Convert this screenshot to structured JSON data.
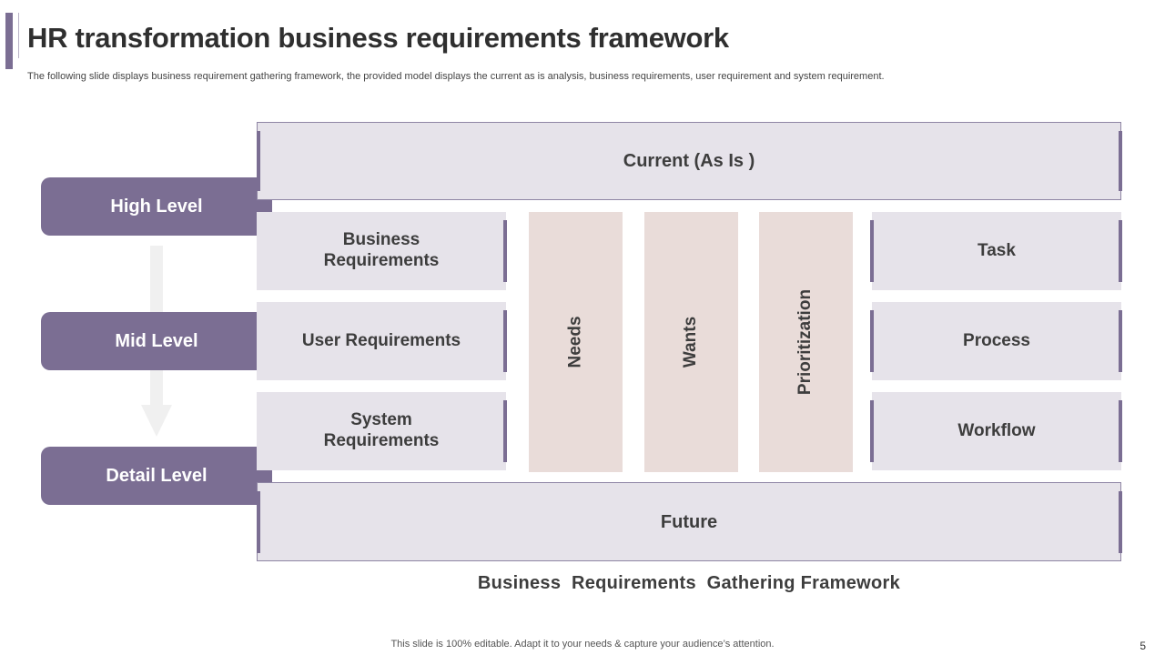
{
  "header": {
    "title": "HR transformation business requirements framework",
    "subtitle": "The following slide displays business requirement gathering framework, the provided model displays the current as is analysis, business requirements, user requirement and system requirement."
  },
  "levels": [
    "High Level",
    "Mid Level",
    "Detail Level"
  ],
  "framework": {
    "current": "Current (As Is )",
    "future": "Future",
    "requirements": [
      "Business\nRequirements",
      "User Requirements",
      "System\nRequirements"
    ],
    "columns": [
      "Needs",
      "Wants",
      "Prioritization"
    ],
    "outcomes": [
      "Task",
      "Process",
      "Workflow"
    ],
    "caption": "Business  Requirements  Gathering Framework"
  },
  "footer": {
    "note": "This slide is 100% editable. Adapt it to your needs & capture your audience’s attention.",
    "page_number": "5"
  },
  "colors": {
    "accent": "#7b6e93",
    "box_fill": "#e6e3ea",
    "column_fill": "#e9dcd9"
  }
}
